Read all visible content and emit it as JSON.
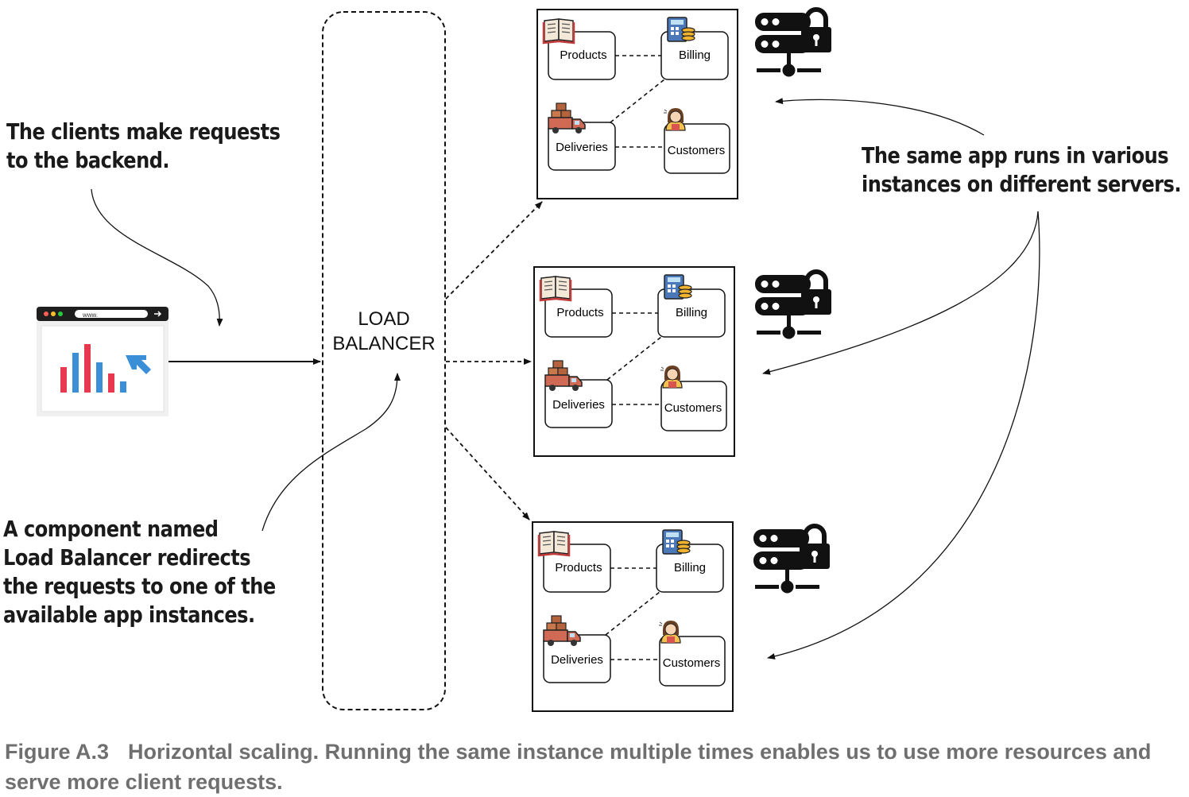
{
  "annotations": {
    "clients": [
      "The clients make requests",
      "to the backend."
    ],
    "load_balancer": [
      "A component named",
      "Load Balancer redirects",
      "the requests to one of the",
      "available app instances."
    ],
    "instances": [
      "The same app runs in various",
      "instances on different servers."
    ]
  },
  "browser": {
    "address": "www."
  },
  "load_balancer": {
    "lines": [
      "LOAD",
      "BALANCER"
    ]
  },
  "services": {
    "products": "Products",
    "billing": "Billing",
    "deliveries": "Deliveries",
    "customers": "Customers"
  },
  "caption": {
    "figure": "Figure A.3",
    "text": "Horizontal scaling. Running the same instance multiple times enables us to use more resources and serve more client requests."
  },
  "colors": {
    "chart_red": "#e63950",
    "chart_blue": "#3a8fd6",
    "caption_gray": "#6f6f6f"
  }
}
